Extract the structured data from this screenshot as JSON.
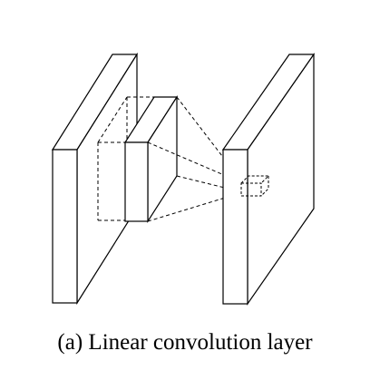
{
  "figure": {
    "caption": "(a) Linear convolution layer",
    "colors": {
      "stroke": "#000000",
      "fill": "#ffffff"
    },
    "components": [
      "input-feature-map",
      "convolution-filter",
      "output-feature-map",
      "output-unit"
    ]
  }
}
